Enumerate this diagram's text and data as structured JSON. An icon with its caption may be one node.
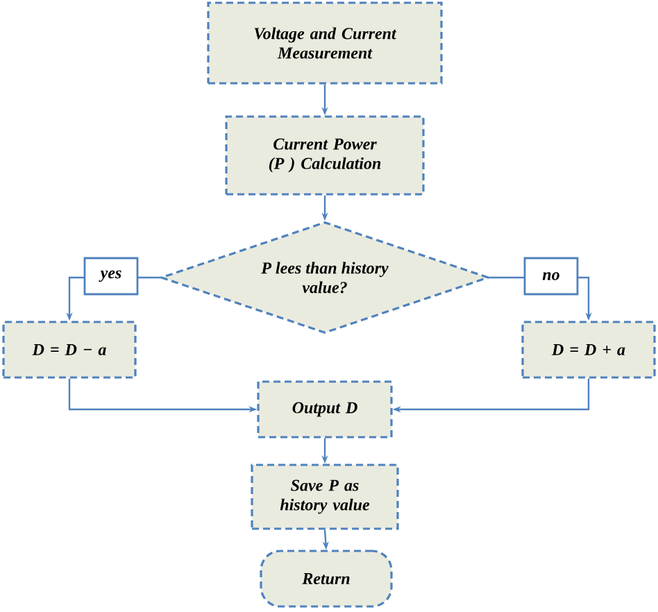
{
  "diagram": {
    "nodes": [
      {
        "text": [
          "Voltage and Current Measurement"
        ]
      },
      {
        "text": [
          "Current Power (P ) Calculation"
        ]
      },
      {
        "text": [
          "P  lees than history value?"
        ]
      },
      {
        "text": [
          "D = D − a"
        ]
      },
      {
        "text": [
          "D = D + a"
        ]
      },
      {
        "text": [
          "Output D"
        ]
      },
      {
        "text": [
          "Save P  as history value"
        ]
      },
      {
        "text": [
          "Return"
        ]
      }
    ],
    "edges": [
      {
        "from": 0,
        "to": 1,
        "arrow": "to"
      },
      {
        "from": 1,
        "to": 2,
        "arrow": "to"
      },
      {
        "from": 2,
        "to": 3,
        "arrow": "to",
        "label": "yes"
      },
      {
        "from": 2,
        "to": 4,
        "arrow": "to",
        "label": "no"
      },
      {
        "from": 3,
        "to": 5,
        "arrow": "to"
      },
      {
        "from": 4,
        "to": 5,
        "arrow": "to"
      },
      {
        "from": 5,
        "to": 6,
        "arrow": "to"
      },
      {
        "from": 6,
        "to": 7,
        "arrow": "to"
      }
    ]
  }
}
